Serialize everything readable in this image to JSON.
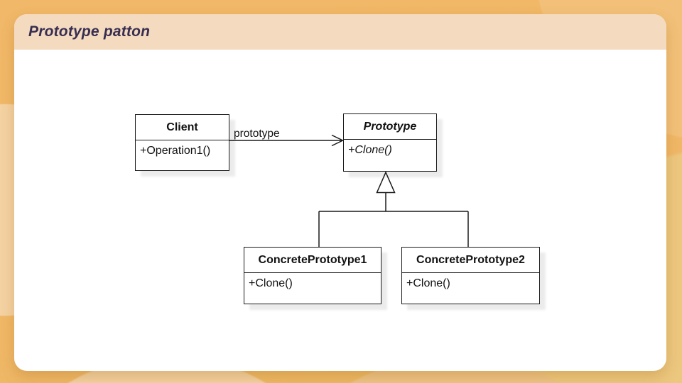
{
  "page": {
    "title": "Prototype patton"
  },
  "colors": {
    "canvas_background": "#f0b868",
    "background_accent_light": "#f3d1a0",
    "header_band": "#f4dabe",
    "title_text": "#372e52",
    "card_background": "#ffffff",
    "diagram_stroke": "#1a1a1a"
  },
  "diagram": {
    "classes": [
      {
        "name": "Client",
        "members": [
          "+Operation1()"
        ]
      },
      {
        "name": "Prototype",
        "members": [
          "+Clone()"
        ]
      },
      {
        "name": "ConcretePrototype1",
        "members": [
          "+Clone()"
        ]
      },
      {
        "name": "ConcretePrototype2",
        "members": [
          "+Clone()"
        ]
      }
    ],
    "relations": [
      {
        "type": "association",
        "from": "Client",
        "to": "Prototype",
        "label": "prototype"
      },
      {
        "type": "generalization",
        "from": "ConcretePrototype1",
        "to": "Prototype"
      },
      {
        "type": "generalization",
        "from": "ConcretePrototype2",
        "to": "Prototype"
      }
    ]
  }
}
